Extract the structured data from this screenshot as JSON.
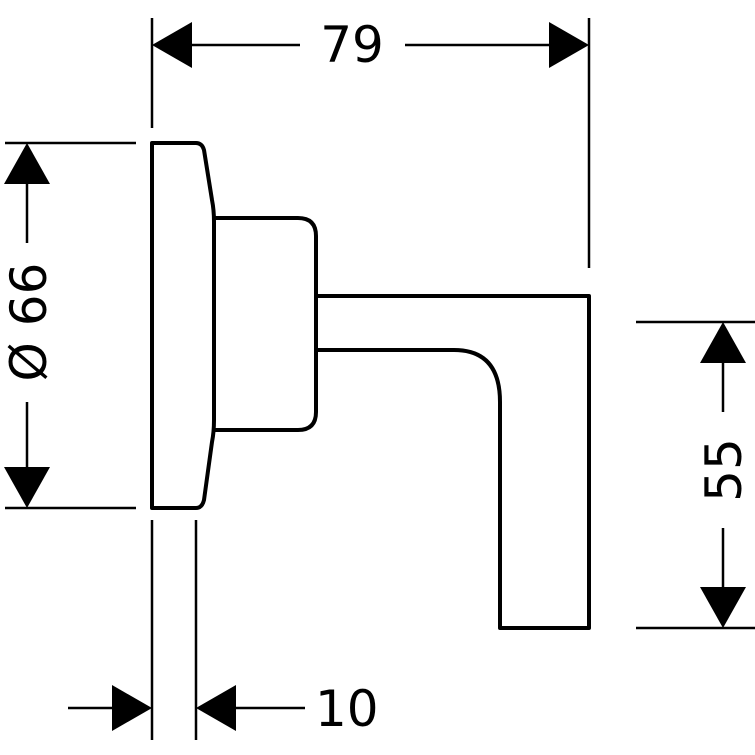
{
  "dimensions": {
    "width_label": "79",
    "diameter_label": "Ø 66",
    "height_label": "55",
    "thickness_label": "10"
  }
}
